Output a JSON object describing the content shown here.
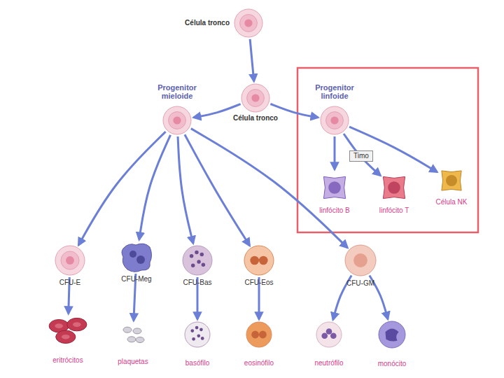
{
  "diagram": {
    "nodes": [
      {
        "text": [
          "Célula tronco"
        ]
      },
      {
        "text": [
          "Progenitor mieloide"
        ]
      },
      {
        "text": [
          "Célula tronco"
        ]
      },
      {
        "text": [
          "Progenitor linfoide"
        ]
      },
      {
        "text": [
          "linfócito B"
        ]
      },
      {
        "text": [
          "linfócito T"
        ]
      },
      {
        "text": [
          "Célula NK"
        ]
      },
      {
        "text": [
          "CFU-E"
        ]
      },
      {
        "text": [
          "CFU-Meg"
        ]
      },
      {
        "text": [
          "CFU-Bas"
        ]
      },
      {
        "text": [
          "CFU-Eos"
        ]
      },
      {
        "text": [
          "CFU-GM"
        ]
      },
      {
        "text": [
          "eritrócitos"
        ]
      },
      {
        "text": [
          "plaquetas"
        ]
      },
      {
        "text": [
          "basófilo"
        ]
      },
      {
        "text": [
          "eosinófilo"
        ]
      },
      {
        "text": [
          "neutrófilo"
        ]
      },
      {
        "text": [
          "monócito"
        ]
      }
    ],
    "edges": [
      {
        "from": 0,
        "to": 2,
        "arrow": "to"
      },
      {
        "from": 2,
        "to": 1,
        "arrow": "to"
      },
      {
        "from": 2,
        "to": 3,
        "arrow": "to"
      },
      {
        "from": 3,
        "to": 4,
        "arrow": "to"
      },
      {
        "from": 3,
        "to": 5,
        "label": "Timo",
        "arrow": "to"
      },
      {
        "from": 3,
        "to": 6,
        "arrow": "to"
      },
      {
        "from": 1,
        "to": 7,
        "arrow": "to"
      },
      {
        "from": 1,
        "to": 8,
        "arrow": "to"
      },
      {
        "from": 1,
        "to": 9,
        "arrow": "to"
      },
      {
        "from": 1,
        "to": 10,
        "arrow": "to"
      },
      {
        "from": 1,
        "to": 11,
        "arrow": "to"
      },
      {
        "from": 7,
        "to": 12,
        "arrow": "to"
      },
      {
        "from": 8,
        "to": 13,
        "arrow": "to"
      },
      {
        "from": 9,
        "to": 14,
        "arrow": "to"
      },
      {
        "from": 10,
        "to": 15,
        "arrow": "to"
      },
      {
        "from": 11,
        "to": 16,
        "arrow": "to"
      },
      {
        "from": 11,
        "to": 17,
        "arrow": "to"
      }
    ]
  }
}
